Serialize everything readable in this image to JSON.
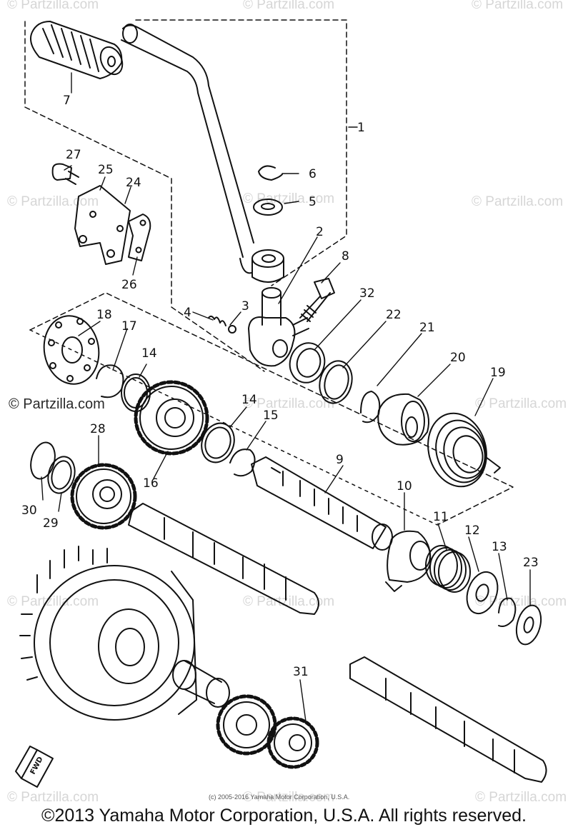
{
  "watermarks": {
    "top_left": "© Partzilla.com",
    "top_center": "© Partzilla.com",
    "top_right": "© Partzilla.com",
    "mid_left": "© Partzilla.com",
    "mid_center": "© Partzilla.com",
    "mid_right": "© Partzilla.com",
    "center_left": "© Partzilla.com",
    "center_mid": "© Partzilla.com",
    "center_right": "© Partzilla.com",
    "low_left": "© Partzilla.com",
    "low_mid": "© Partzilla.com",
    "low_right": "© Partzilla.com",
    "bottom_left": "© Partzilla.com",
    "bottom_mid": "© Partzilla.com",
    "bottom_right": "© Partzilla.com"
  },
  "callouts": {
    "c1": "1",
    "c2": "2",
    "c3": "3",
    "c4": "4",
    "c5": "5",
    "c6": "6",
    "c7": "7",
    "c8": "8",
    "c9": "9",
    "c10": "10",
    "c11": "11",
    "c12": "12",
    "c13": "13",
    "c14a": "14",
    "c14b": "14",
    "c15": "15",
    "c16": "16",
    "c17": "17",
    "c18": "18",
    "c19": "19",
    "c20": "20",
    "c21": "21",
    "c22": "22",
    "c23": "23",
    "c24": "24",
    "c25": "25",
    "c26": "26",
    "c27": "27",
    "c28": "28",
    "c29": "29",
    "c30": "30",
    "c31": "31",
    "c32": "32"
  },
  "fwd_label": "FWD",
  "small_credit": "(c) 2005-2016 Yamaha Motor Corporation, U.S.A.",
  "footer": "©2013 Yamaha Motor Corporation, U.S.A. All rights reserved."
}
